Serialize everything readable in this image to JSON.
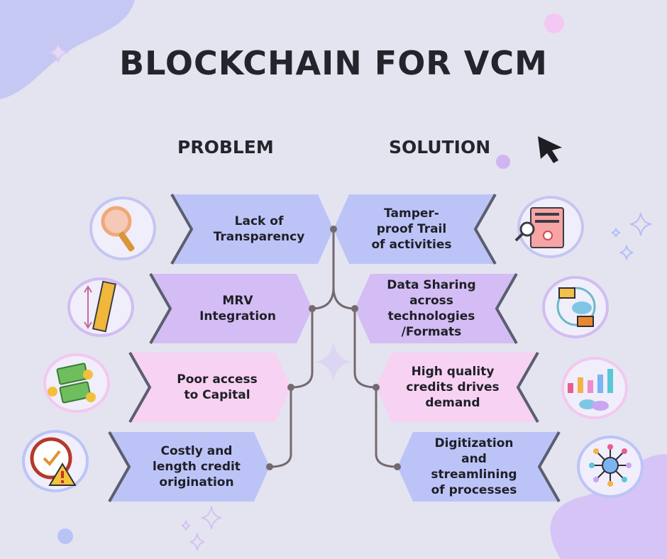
{
  "title": "BLOCKCHAIN FOR VCM",
  "headers": {
    "problem": "PROBLEM",
    "solution": "SOLUTION"
  },
  "problems": [
    {
      "text": "Lack of\nTransparency",
      "icon": "magnifier-icon"
    },
    {
      "text": "MRV\nIntegration",
      "icon": "ruler-icon"
    },
    {
      "text": "Poor access\nto Capital",
      "icon": "money-icon"
    },
    {
      "text": "Costly and\nlength credit\norigination",
      "icon": "clock-warning-icon"
    }
  ],
  "solutions": [
    {
      "text": "Tamper-\nproof Trail\nof activities",
      "icon": "document-search-icon"
    },
    {
      "text": "Data Sharing\nacross\ntechnologies\n/Formats",
      "icon": "cloud-sync-icon"
    },
    {
      "text": "High quality\ncredits drives\ndemand",
      "icon": "bar-chart-icon"
    },
    {
      "text": "Digitization\nand\nstreamlining\nof processes",
      "icon": "network-globe-icon"
    }
  ],
  "colors": {
    "background": "#e4e4f0",
    "blue": "#bcc4f7",
    "purple": "#d3bdf4",
    "pink": "#f7d2f2",
    "line": "#74696f",
    "text": "#24242c"
  }
}
